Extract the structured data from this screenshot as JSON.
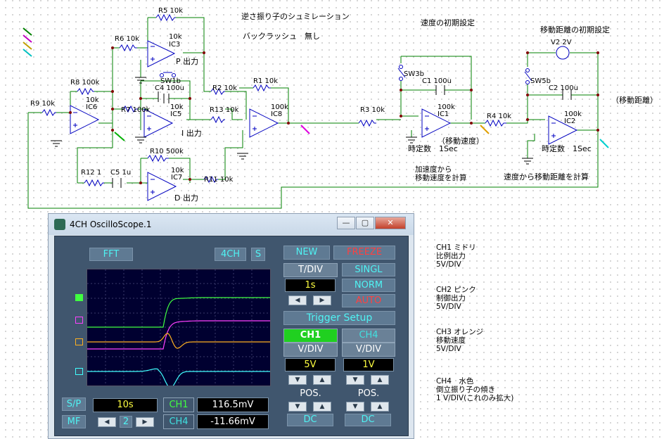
{
  "schematic": {
    "title": "逆さ振り子のシュミレーション",
    "subtitle": "バックラッシュ　無し",
    "velocity_init": "速度の初期設定",
    "distance_init": "移動距離の初期設定",
    "distance_label": "（移動距離）",
    "velocity_label": "（移動速度）",
    "accel_to_velocity": "加速度から\n移動速度を計算",
    "velocity_to_distance": "速度から移動距離を計算",
    "time_constant_1": "時定数　1Sec",
    "time_constant_2": "時定数　1Sec",
    "p_out": "P 出力",
    "i_out": "I 出力",
    "d_out": "D 出力",
    "components": {
      "R5": "R5 10k",
      "R6": "R6 10k",
      "R8": "R8 100k",
      "R9": "R9 10k",
      "R7": "R7 100k",
      "R2": "R2 10k",
      "R1": "R1 10k",
      "R13": "R13 10k",
      "R10": "R10 500k",
      "R12": "R12 1",
      "C5": "C5 1u",
      "R11": "R11 10k",
      "C4": "C4 100u",
      "SW1b": "SW1b",
      "R3": "R3 10k",
      "SW3b": "SW3b",
      "C1": "C1 100u",
      "R4": "R4 10k",
      "SW5b": "SW5b",
      "C2": "C2 100u",
      "V2": "V2 2V"
    },
    "opamps": {
      "IC3": {
        "name": "IC3",
        "gain": "10k"
      },
      "IC6": {
        "name": "IC6",
        "gain": "10k"
      },
      "IC5": {
        "name": "IC5",
        "gain": "10k"
      },
      "IC8": {
        "name": "IC8",
        "gain": "100k"
      },
      "IC7": {
        "name": "IC7",
        "gain": "10k"
      },
      "IC1": {
        "name": "IC1",
        "gain": "100k"
      },
      "IC2": {
        "name": "IC2",
        "gain": "100k"
      }
    }
  },
  "notes": [
    "CH1 ミドリ\n比例出力\n5V/DIV",
    "CH2 ピンク\n制御出力\n5V/DIV",
    "CH3 オレンジ\n移動速度\n5V/DIV",
    "CH4　水色\n倒立振り子の傾き\n1 V/DIV(これのみ拡大)"
  ],
  "oscilloscope": {
    "window_title": "4CH OscilloScope.1",
    "window_buttons": {
      "minimize": "—",
      "maximize": "▢",
      "close": "✕"
    },
    "buttons": {
      "fft": "FFT",
      "four_ch": "4CH",
      "s": "S",
      "new": "NEW",
      "freeze": "FREEZE",
      "singl": "SINGL",
      "norm": "NORM",
      "auto": "AUTO",
      "trigger_setup": "Trigger Setup",
      "sp": "S/P",
      "mf": "MF",
      "dc1": "DC",
      "dc4": "DC",
      "left": "◀",
      "right": "▶",
      "up": "▲",
      "down": "▼"
    },
    "tdiv": {
      "label": "T/DIV",
      "value": "1s"
    },
    "ch1": {
      "label": "CH1",
      "vdiv_label": "V/DIV",
      "vdiv": "5V",
      "pos_label": "POS.",
      "reading": "116.5mV",
      "color": "#40ff40"
    },
    "ch4": {
      "label": "CH4",
      "vdiv_label": "V/DIV",
      "vdiv": "1V",
      "pos_label": "POS.",
      "reading": "-11.66mV",
      "color": "#40e0e0"
    },
    "time_window": "10s",
    "page_number": "2",
    "readout_ch1_label": "CH1",
    "readout_ch4_label": "CH4",
    "trace_colors": {
      "ch1": "#40ff40",
      "ch2": "#ff40ff",
      "ch3": "#ffb020",
      "ch4": "#40ffff"
    }
  }
}
